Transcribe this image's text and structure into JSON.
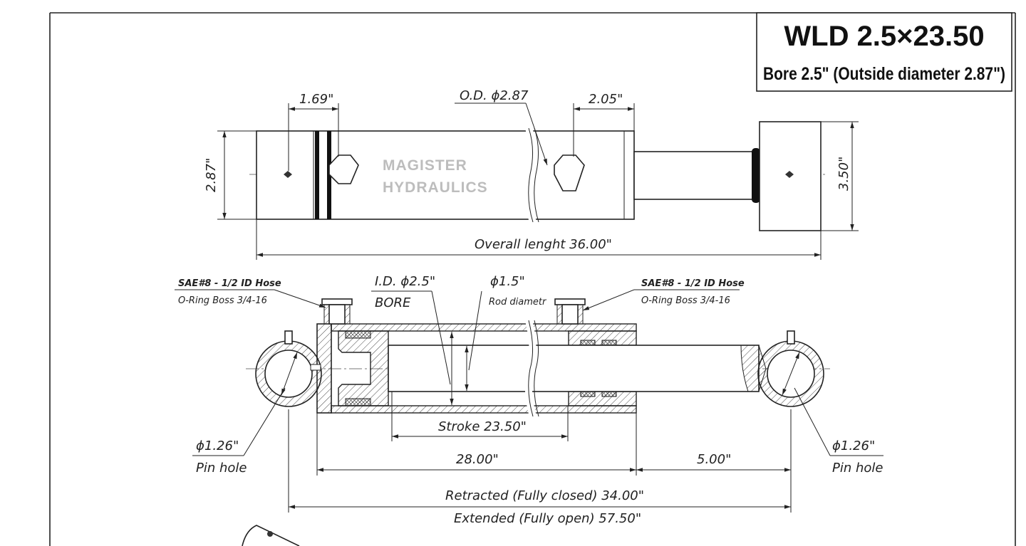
{
  "title_block": {
    "model": "WLD 2.5×23.50",
    "subtitle": "Bore 2.5\" (Outside diameter 2.87\")"
  },
  "watermark": {
    "line1": "MAGISTER",
    "line2": "HYDRAULICS"
  },
  "top_view": {
    "dim_port_left": "1.69\"",
    "dim_od": "O.D. ϕ2.87",
    "dim_port_right": "2.05\"",
    "dim_body_height": "2.87\"",
    "dim_clevis_height": "3.50\"",
    "overall_length": "Overall lenght 36.00\""
  },
  "section_view": {
    "port_left_line1": "SAE#8 - 1/2 ID Hose",
    "port_left_line2": "O-Ring Boss 3/4-16",
    "port_right_line1": "SAE#8 - 1/2 ID Hose",
    "port_right_line2": "O-Ring Boss 3/4-16",
    "bore_id": "I.D. ϕ2.5\"",
    "bore_label": "BORE",
    "rod_dia": "ϕ1.5\"",
    "rod_label": "Rod diametr",
    "stroke": "Stroke 23.50\"",
    "pin_left_dia": "ϕ1.26\"",
    "pin_left_label": "Pin hole",
    "pin_right_dia": "ϕ1.26\"",
    "pin_right_label": "Pin hole",
    "dim_28": "28.00\"",
    "dim_5": "5.00\"",
    "retracted": "Retracted (Fully closed) 34.00\"",
    "extended": "Extended (Fully open) 57.50\""
  }
}
